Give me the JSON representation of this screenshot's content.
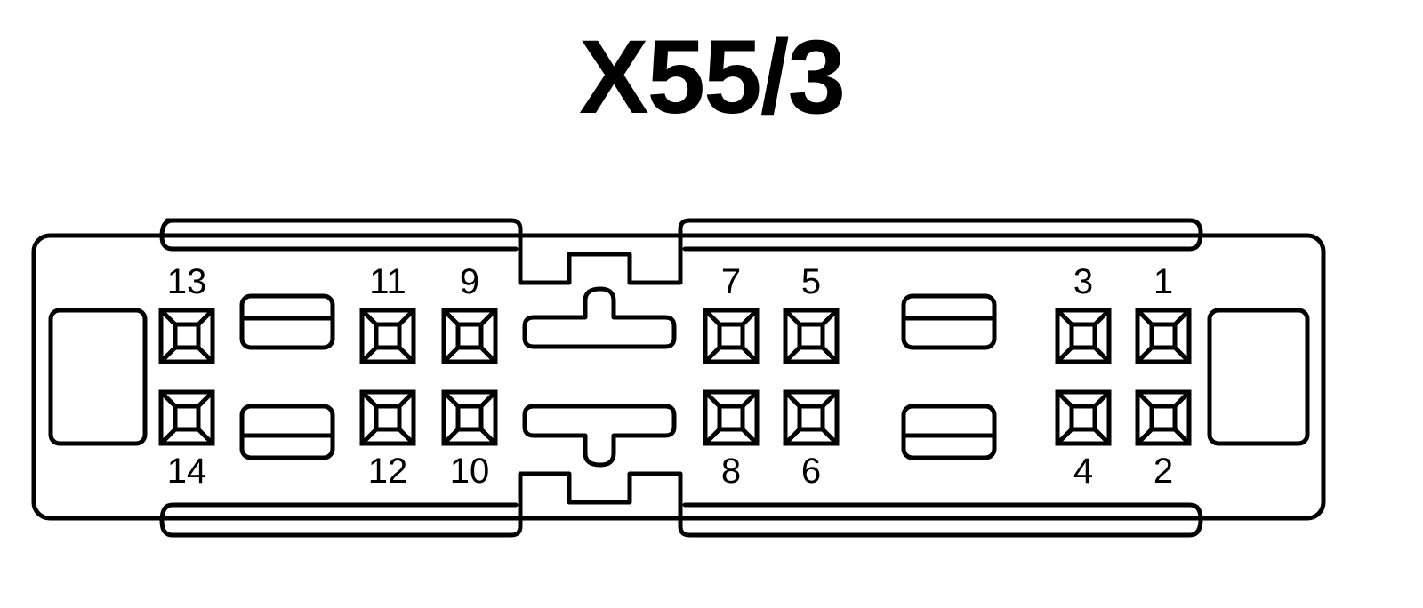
{
  "title": "X55/3",
  "pins": [
    {
      "id": "pin-13",
      "label": "13"
    },
    {
      "id": "pin-11",
      "label": "11"
    },
    {
      "id": "pin-9",
      "label": "9"
    },
    {
      "id": "pin-7",
      "label": "7"
    },
    {
      "id": "pin-5",
      "label": "5"
    },
    {
      "id": "pin-3",
      "label": "3"
    },
    {
      "id": "pin-1",
      "label": "1"
    },
    {
      "id": "pin-14",
      "label": "14"
    },
    {
      "id": "pin-12",
      "label": "12"
    },
    {
      "id": "pin-10",
      "label": "10"
    },
    {
      "id": "pin-8",
      "label": "8"
    },
    {
      "id": "pin-6",
      "label": "6"
    },
    {
      "id": "pin-4",
      "label": "4"
    },
    {
      "id": "pin-2",
      "label": "2"
    }
  ],
  "colors": {
    "stroke": "#000000",
    "background": "#ffffff"
  }
}
